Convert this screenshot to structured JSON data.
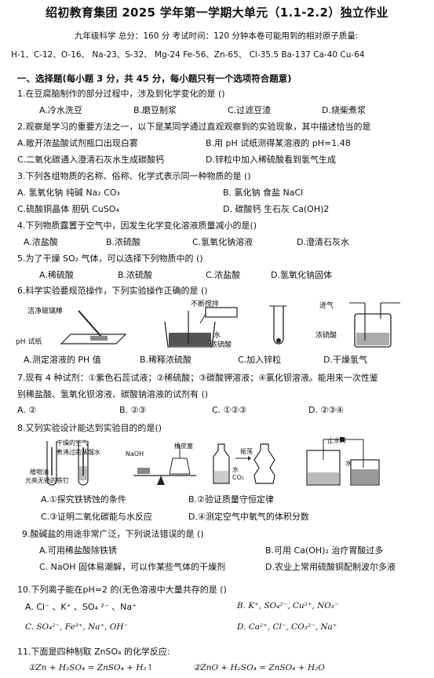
{
  "title": "绍初教育集团 2025 学年第一学期大单元（1.1-2.2）独立作业",
  "info": "九年级科学 总分：160 分 考试时间：120 分钟本卷可能用到的相对原子质量:",
  "atomic_masses": "H-1、C-12、O-16、 Na-23、S-32、 Mg-24 Fe-56、Zn-65、 Cl-35.5 Ba-137 Ca-40 Cu-64",
  "section1": "一、选择题(每小题 3 分，共 45 分，每小题只有一个选项符合题意)",
  "q1": {
    "stem": "1.在豆腐脑制作的部分过程中，涉及到化学变化的是 ()",
    "a": "A.冷水洗豆",
    "b": "B.磨豆制浆",
    "c": "C.过滤豆渣",
    "d": "D.烧柴煮浆"
  },
  "q2": {
    "stem": "2.观察是学习的重要方法之一，以下是某同学通过直观观察到的实验现象，其中描述恰当的是",
    "a": "A.敞开浓盐酸试剂瓶口出现白雾",
    "b": "B.用 pH 试纸测得某溶液的 pH=1.48",
    "c": "C.二氧化碳通入澄清石灰水生成碳酸钙",
    "d": "D.锌粒中加入稀硫酸看到氢气生成"
  },
  "q3": {
    "stem": "3.下列各组物质的名称、俗称、化学式表示同一种物质的是 ()",
    "a": "A. 氢氧化钠 纯碱 Na₂ CO₃",
    "b": "B. 氯化钠 食盐 NaCl",
    "c": "C.硫酸铜晶体 胆矾 CuSO₄",
    "d": "D. 碳酸钙 生石灰 Ca(OH)2"
  },
  "q4": {
    "stem": "4.下列物质露置于空气中，因发生化学变化溶液质量减小的是()",
    "a": "A.浓盐酸",
    "b": "B.浓硫酸",
    "c": "C.氢氧化钠溶液",
    "d": "D.澄清石灰水"
  },
  "q5": {
    "stem": "5.为了干燥 SO₂ 气体，可以选择下列物质中的 ()",
    "a": "A.稀硫酸",
    "b": "B.浓硫酸",
    "c": "C.浓盐酸",
    "d": "D.氢氧化钠固体"
  },
  "q6": {
    "stem": "6.科学实验要规范操作，下列实验操作正确的是 ()",
    "fig_glass_rod": "洁净玻璃棒",
    "fig_ph_paper": "pH 试纸",
    "fig_stir": "不断搅拌",
    "fig_water": "水",
    "fig_conc_acid": "浓硫酸",
    "fig_gas_in": "进气",
    "fig_conc_acid2": "浓硫酸",
    "a": "A.测定溶液的 PH 值",
    "b": "B.稀释浓硫酸",
    "c": "C.加入锌粒",
    "d": "D.干燥氢气"
  },
  "q7": {
    "stem1": "7.现有 4 种试剂：①紫色石蕊试液；②稀硫酸；③碳酸钾溶液；④氯化钡溶液。能用来一次性鉴",
    "stem2": "别稀盐酸、氢氧化钡溶液、碳酸钠溶液的试剂有 ()",
    "a": "A. ②",
    "b": "B. ②③",
    "c": "C. ①②③",
    "d": "D. ②③④"
  },
  "q8": {
    "stem": "8.又列实验设计能达到实验目的的是()",
    "fig_dry_air": "干燥的空气",
    "fig_boiled_water": "煮沸过的蒸馏水",
    "fig_oil": "植物油",
    "fig_rust_nail": "光亮无锈的铁钉",
    "fig_naoh": "NaOH",
    "fig_rubber": "橡皮塞",
    "fig_water": "水",
    "fig_shake": "振荡",
    "fig_co2": "CO₂",
    "fig_stop": "止水夹",
    "fig_water2": "水",
    "a": "A.①探究铁锈蚀的条件",
    "b": "B.②验证质量守恒定律",
    "c": "C.③证明二氧化碳能与水反应",
    "d": "D.④测定空气中氧气的体积分数"
  },
  "q9": {
    "stem": "9.酸碱盐的用途非常广泛，下列说法错误的是 ()",
    "a": "A.可用稀盐酸除铁锈",
    "b": "B.可用 Ca(OH)₂ 治疗胃酸过多",
    "c": "C. NaOH 固体易潮解，可以作某些气体的干燥剂",
    "d": "D.农业上常用硫酸铜配制波尔多液"
  },
  "q10": {
    "stem": "10.下列离子能在pH=2 的(无色溶液中大量共存的是 ()",
    "a": "A. Cl⁻ 、K⁺ 、SO₄ ²⁻ 、Na⁺",
    "b": "B. K⁺, SO₄²⁻, Cu²⁺, NO₃⁻",
    "c": "C. SO₄²⁻, Fe³⁺, Na⁺, OH⁻",
    "d": "D. Ca²⁺, Cl⁻, CO₃²⁻, Na⁺"
  },
  "q11": {
    "stem": "11.下面是四种制取 ZnSO₄ 的化学反应:",
    "r1": "①Zn + H₂SO₄ = ZnSO₄ + H₂↑",
    "r2": "②ZnO + H₂SO₄ = ZnSO₄ + H₂O"
  }
}
